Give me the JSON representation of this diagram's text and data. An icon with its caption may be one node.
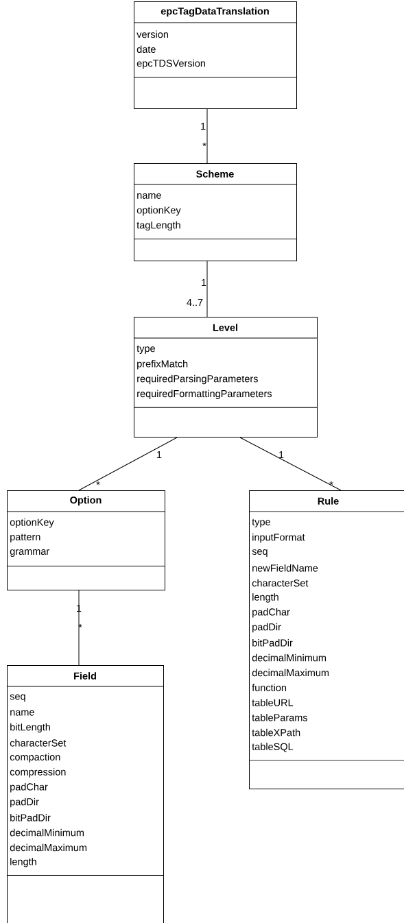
{
  "diagram": {
    "nodes": [
      {
        "text": [
          "epcTagDataTranslation",
          "version",
          "date",
          "epcTDSVersion"
        ]
      },
      {
        "text": [
          "Scheme",
          "name",
          "optionKey",
          "tagLength"
        ]
      },
      {
        "text": [
          "Level",
          "type",
          "prefixMatch",
          "requiredParsingParameters",
          "requiredFormattingParameters"
        ]
      },
      {
        "text": [
          "Option",
          "optionKey",
          "pattern",
          "grammar"
        ]
      },
      {
        "text": [
          "Rule",
          "type",
          "inputFormat",
          "seq",
          "newFieldName",
          "characterSet",
          "length",
          "padChar",
          "padDir",
          "bitPadDir",
          "decimalMinimum",
          "decimalMaximum",
          "function",
          "tableURL",
          "tableParams",
          "tableXPath",
          "tableSQL"
        ]
      },
      {
        "text": [
          "Field",
          "seq",
          "name",
          "bitLength",
          "characterSet",
          "compaction",
          "compression",
          "padChar",
          "padDir",
          "bitPadDir",
          "decimalMinimum",
          "decimalMaximum",
          "length"
        ]
      }
    ],
    "edges": [
      {
        "from": 0,
        "to": 1,
        "arrow": "none"
      },
      {
        "from": 1,
        "to": 2,
        "arrow": "none"
      },
      {
        "from": 2,
        "to": 3,
        "arrow": "none"
      },
      {
        "from": 2,
        "to": 4,
        "arrow": "none"
      },
      {
        "from": 3,
        "to": 5,
        "arrow": "none"
      }
    ],
    "labels": [
      "1",
      "*",
      "1",
      "4..7",
      "1",
      "*",
      "1",
      "*",
      "1",
      "*"
    ]
  }
}
